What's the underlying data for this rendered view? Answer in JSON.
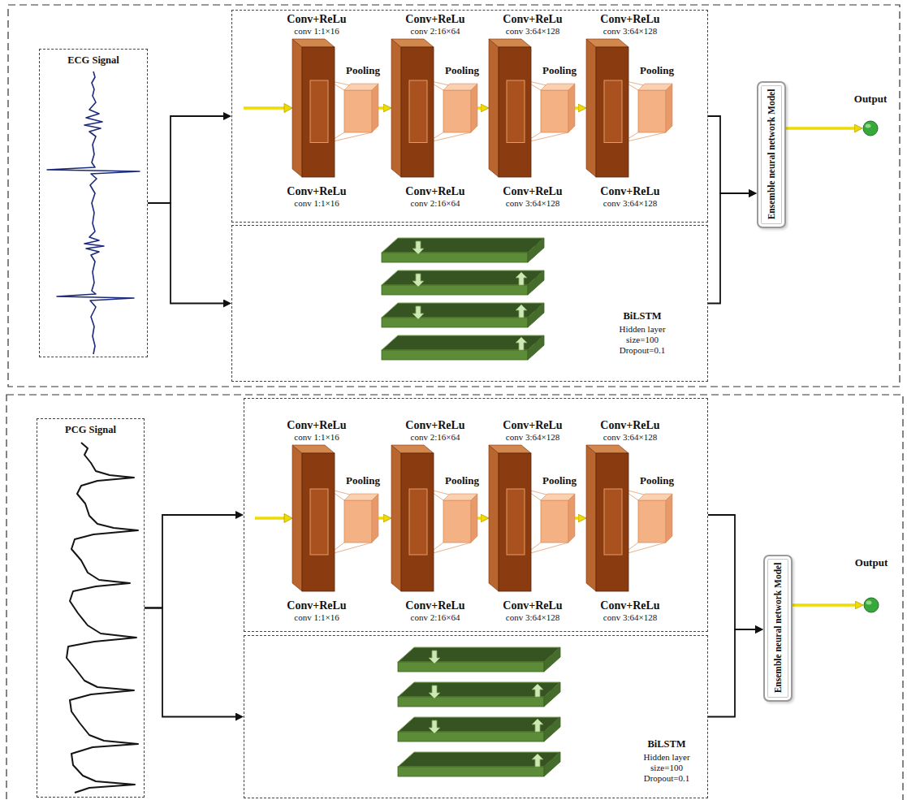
{
  "diagram": {
    "nodes": [
      {
        "text": [
          "ECG Signal"
        ]
      },
      {
        "text": []
      },
      {
        "text": [
          "Conv+ReLu",
          "conv 1:1×16",
          "Conv+ReLu",
          "conv 1:1×16"
        ],
        "in": 1
      },
      {
        "text": [
          "Pooling"
        ],
        "in": 1
      },
      {
        "text": [
          "Conv+ReLu",
          "conv 2:16×64",
          "Conv+ReLu",
          "conv 2:16×64"
        ],
        "in": 1
      },
      {
        "text": [
          "Pooling"
        ],
        "in": 1
      },
      {
        "text": [
          "Conv+ReLu",
          "conv 3:64×128",
          "Conv+ReLu",
          "conv 3:64×128"
        ],
        "in": 1
      },
      {
        "text": [
          "Pooling"
        ],
        "in": 1
      },
      {
        "text": [
          "Conv+ReLu",
          "conv 3:64×128",
          "Conv+ReLu",
          "conv 3:64×128"
        ],
        "in": 1
      },
      {
        "text": [
          "Pooling"
        ],
        "in": 1
      },
      {
        "text": [
          "BiLSTM",
          "Hidden layer size=100 Dropout=0.1"
        ]
      },
      {
        "text": [
          "Ensemble neural network Model"
        ]
      },
      {
        "text": [
          "Output"
        ]
      },
      {
        "text": [
          "PCG Signal"
        ]
      },
      {
        "text": []
      },
      {
        "text": [
          "Conv+ReLu",
          "conv 1:1×16",
          "Conv+ReLu",
          "conv 1:1×16"
        ],
        "in": 14
      },
      {
        "text": [
          "Pooling"
        ],
        "in": 14
      },
      {
        "text": [
          "Conv+ReLu",
          "conv 2:16×64",
          "Conv+ReLu",
          "conv 2:16×64"
        ],
        "in": 14
      },
      {
        "text": [
          "Pooling"
        ],
        "in": 14
      },
      {
        "text": [
          "Conv+ReLu",
          "conv 3:64×128",
          "Conv+ReLu",
          "conv 3:64×128"
        ],
        "in": 14
      },
      {
        "text": [
          "Pooling"
        ],
        "in": 14
      },
      {
        "text": [
          "Conv+ReLu",
          "conv 3:64×128",
          "Conv+ReLu",
          "conv 3:64×128"
        ],
        "in": 14
      },
      {
        "text": [
          "Pooling"
        ],
        "in": 14
      },
      {
        "text": [
          "BiLSTM",
          "Hidden layer size=100 Dropout=0.1"
        ]
      },
      {
        "text": [
          "Ensemble neural network Model"
        ]
      },
      {
        "text": [
          "Output"
        ]
      }
    ],
    "edges": [
      {
        "from": 0,
        "to": 1,
        "arrow": "to"
      },
      {
        "from": 0,
        "to": 10,
        "arrow": "to"
      },
      {
        "from": 3,
        "to": 4,
        "arrow": "to"
      },
      {
        "from": 5,
        "to": 6,
        "arrow": "to"
      },
      {
        "from": 7,
        "to": 8,
        "arrow": "to"
      },
      {
        "from": 1,
        "to": 11,
        "arrow": "to"
      },
      {
        "from": 10,
        "to": 11,
        "arrow": "to"
      },
      {
        "from": 11,
        "to": 12,
        "arrow": "to"
      },
      {
        "from": 13,
        "to": 14,
        "arrow": "to"
      },
      {
        "from": 13,
        "to": 23,
        "arrow": "to"
      },
      {
        "from": 16,
        "to": 17,
        "arrow": "to"
      },
      {
        "from": 18,
        "to": 19,
        "arrow": "to"
      },
      {
        "from": 20,
        "to": 21,
        "arrow": "to"
      },
      {
        "from": 14,
        "to": 24,
        "arrow": "to"
      },
      {
        "from": 23,
        "to": 24,
        "arrow": "to"
      },
      {
        "from": 24,
        "to": 25,
        "arrow": "to"
      }
    ]
  }
}
